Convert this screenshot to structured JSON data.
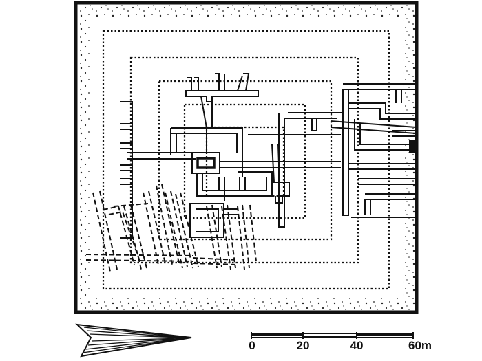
{
  "scale_bar": {
    "labels": [
      "0",
      "20",
      "40",
      "60m"
    ]
  },
  "north_arrow": {
    "icon": "north-arrow-icon"
  },
  "colors": {
    "ink": "#111111",
    "paper": "#ffffff"
  }
}
